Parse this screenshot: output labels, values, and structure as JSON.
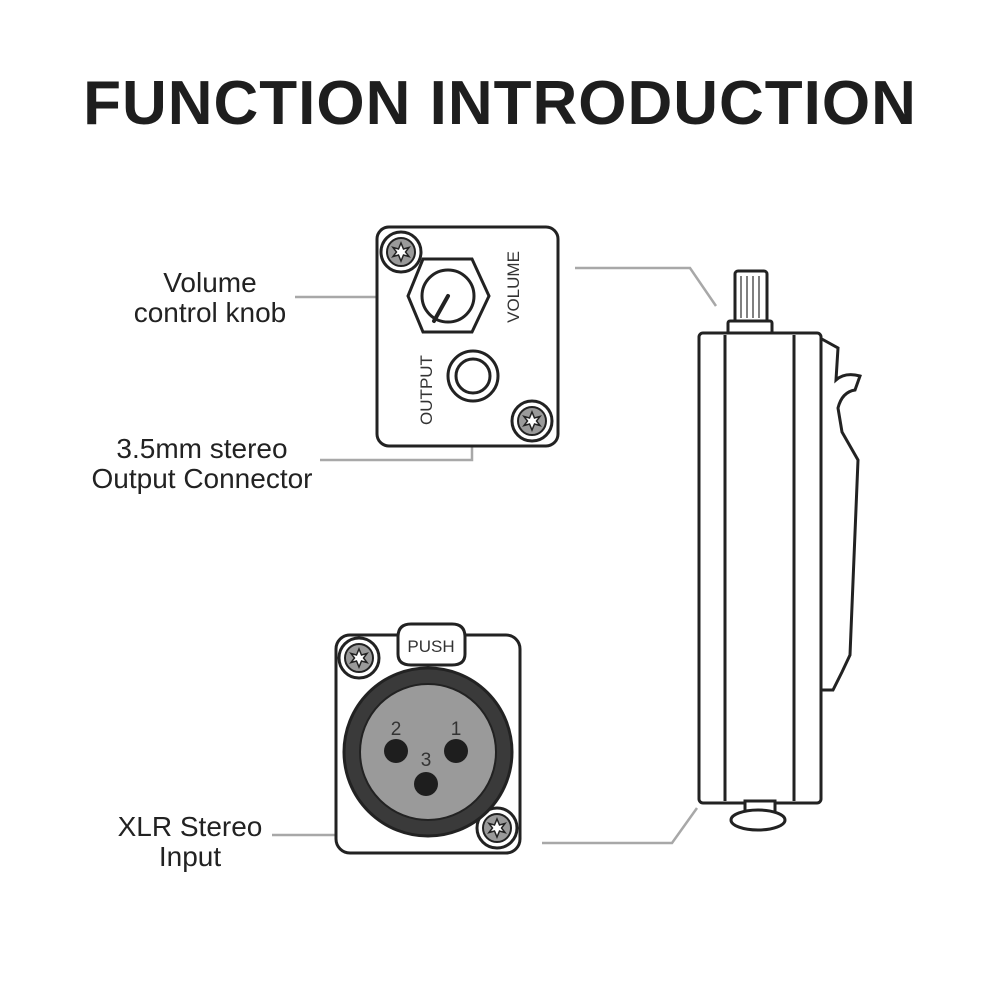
{
  "title": "FUNCTION INTRODUCTION",
  "callouts": {
    "volume_knob": {
      "line1": "Volume",
      "line2": "control knob"
    },
    "output_connector": {
      "line1": "3.5mm stereo",
      "line2": "Output Connector"
    },
    "xlr_input": {
      "line1": "XLR Stereo",
      "line2": "Input"
    }
  },
  "top_panel": {
    "volume_label": "VOLUME",
    "output_label": "OUTPUT"
  },
  "xlr_panel": {
    "push_label": "PUSH",
    "pin_1": "1",
    "pin_2": "2",
    "pin_3": "3"
  },
  "icons": {
    "screws": "torx-screw-icon",
    "knob": "volume-knob-icon",
    "jack": "audio-jack-icon",
    "xlr": "xlr-female-connector-icon",
    "device": "device-side-view-icon"
  },
  "colors": {
    "line": "#222222",
    "leader": "#a8a8a8",
    "fill_gray": "#9a9a9a",
    "dark_ring": "#3a3a3a"
  }
}
